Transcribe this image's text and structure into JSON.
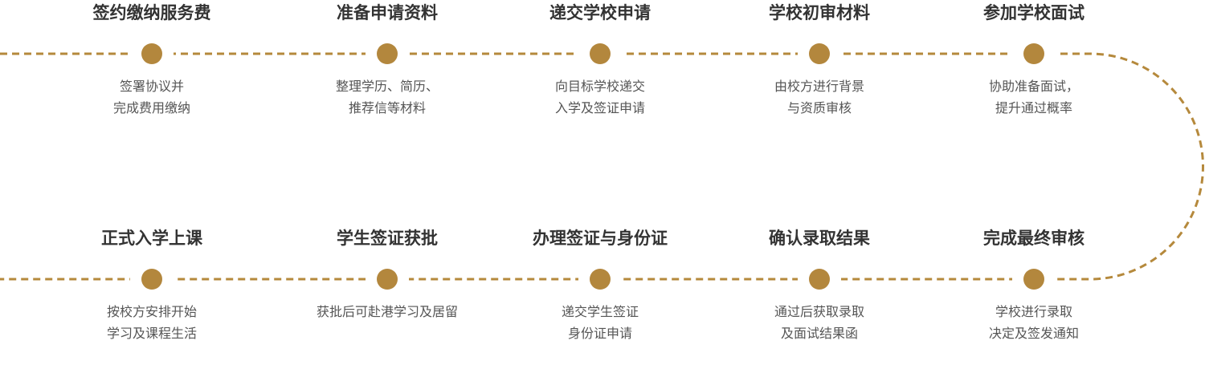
{
  "colors": {
    "line": "#b5893c",
    "dot": "#b3873d",
    "title": "#333333",
    "desc": "#555555"
  },
  "top_row": [
    {
      "title": "签约缴纳服务费",
      "desc": [
        "签署协议并",
        "完成费用缴纳"
      ]
    },
    {
      "title": "准备申请资料",
      "desc": [
        "整理学历、简历、",
        "推荐信等材料"
      ]
    },
    {
      "title": "递交学校申请",
      "desc": [
        "向目标学校递交",
        "入学及签证申请"
      ]
    },
    {
      "title": "学校初审材料",
      "desc": [
        "由校方进行背景",
        "与资质审核"
      ]
    },
    {
      "title": "参加学校面试",
      "desc": [
        "协助准备面试，",
        "提升通过概率"
      ]
    }
  ],
  "bottom_row": [
    {
      "title": "正式入学上课",
      "desc": [
        "按校方安排开始",
        "学习及课程生活"
      ]
    },
    {
      "title": "学生签证获批",
      "desc": [
        "获批后可赴港学习及居留",
        ""
      ]
    },
    {
      "title": "办理签证与身份证",
      "desc": [
        "递交学生签证",
        "身份证申请"
      ]
    },
    {
      "title": "确认录取结果",
      "desc": [
        "通过后获取录取",
        "及面试结果函"
      ]
    },
    {
      "title": "完成最终审核",
      "desc": [
        "学校进行录取",
        "决定及签发通知"
      ]
    }
  ]
}
